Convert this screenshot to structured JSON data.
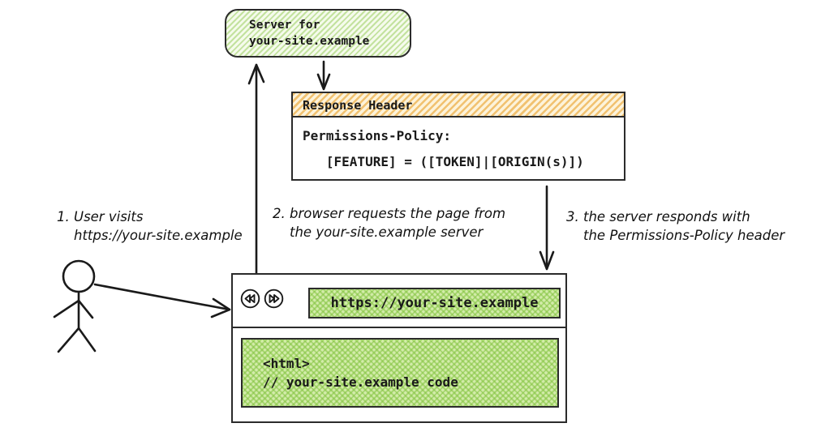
{
  "colors": {
    "outline": "#2b2b2b",
    "server_hatch_green": "#9acd5f",
    "response_hatch_orange": "#eeb556",
    "browser_crosshatch_green": "#a9d677",
    "background": "#ffffff"
  },
  "server_box": {
    "label": "Server for\nyour-site.example"
  },
  "response_header": {
    "title": "Response Header",
    "body": "Permissions-Policy:\n   [FEATURE] = ([TOKEN]|[ORIGIN(s)])"
  },
  "steps": [
    {
      "line1": "1. User visits",
      "line2": "https://your-site.example"
    },
    {
      "line1": "2. browser requests the page from",
      "line2": "the your-site.example server"
    },
    {
      "line1": "3. the server responds with",
      "line2": "the Permissions-Policy header"
    }
  ],
  "browser": {
    "nav_icons": [
      "rewind-icon",
      "fast-forward-icon"
    ],
    "url": "https://your-site.example",
    "content": "<html>\n// your-site.example code"
  }
}
